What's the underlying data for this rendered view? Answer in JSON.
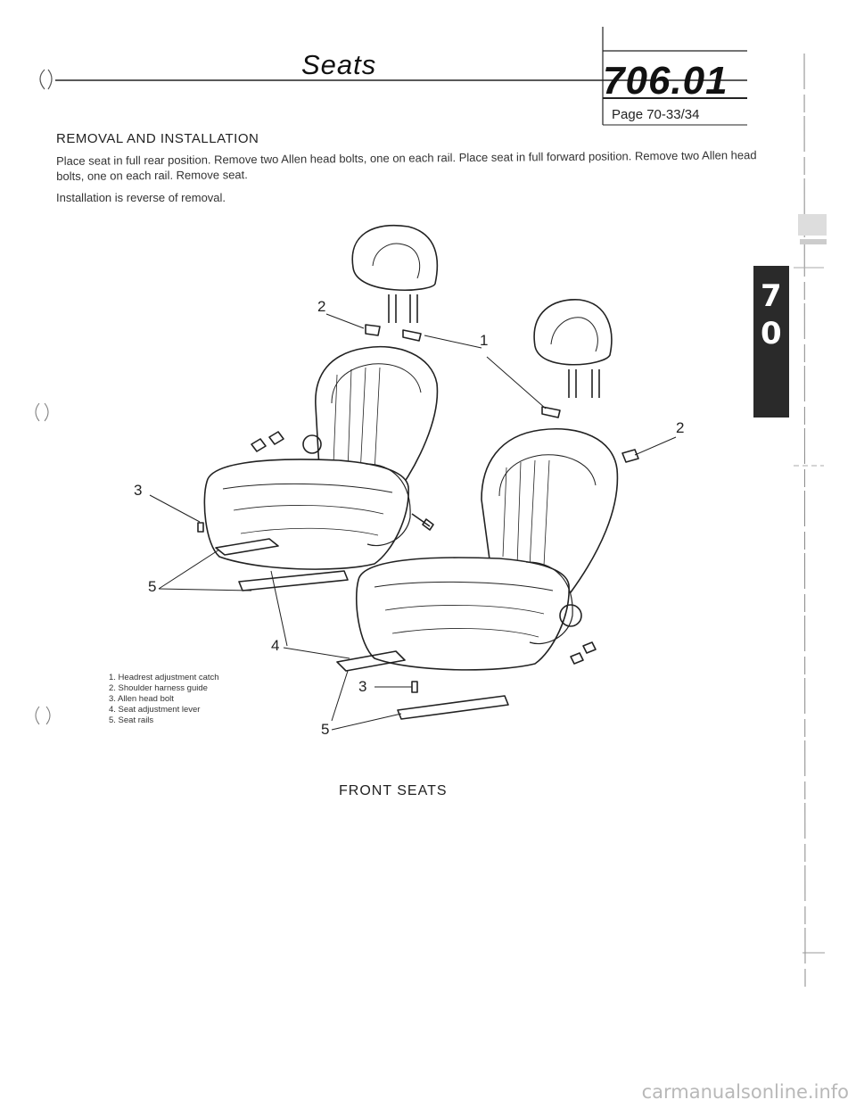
{
  "header": {
    "title": "Seats",
    "section_number": "706.01",
    "page_ref": "Page 70-33/34"
  },
  "body": {
    "heading": "REMOVAL AND INSTALLATION",
    "paragraph1": "Place seat in full rear position. Remove two Allen head bolts, one on each rail. Place seat in full forward position. Remove two Allen head bolts, one on each rail. Remove seat.",
    "paragraph2": "Installation is reverse of removal."
  },
  "figure": {
    "legend": [
      "1. Headrest adjustment catch",
      "2. Shoulder harness guide",
      "3. Allen head bolt",
      "4. Seat adjustment lever",
      "5. Seat rails"
    ],
    "callouts": {
      "c2_top": "2",
      "c1": "1",
      "c2_right": "2",
      "c3_left": "3",
      "c5_left": "5",
      "c4": "4",
      "c3_bottom": "3",
      "c5_bottom": "5"
    },
    "caption": "FRONT SEATS"
  },
  "side_tab": {
    "digit1": "7",
    "digit2": "0"
  },
  "watermark": "carmanualsonline.info"
}
